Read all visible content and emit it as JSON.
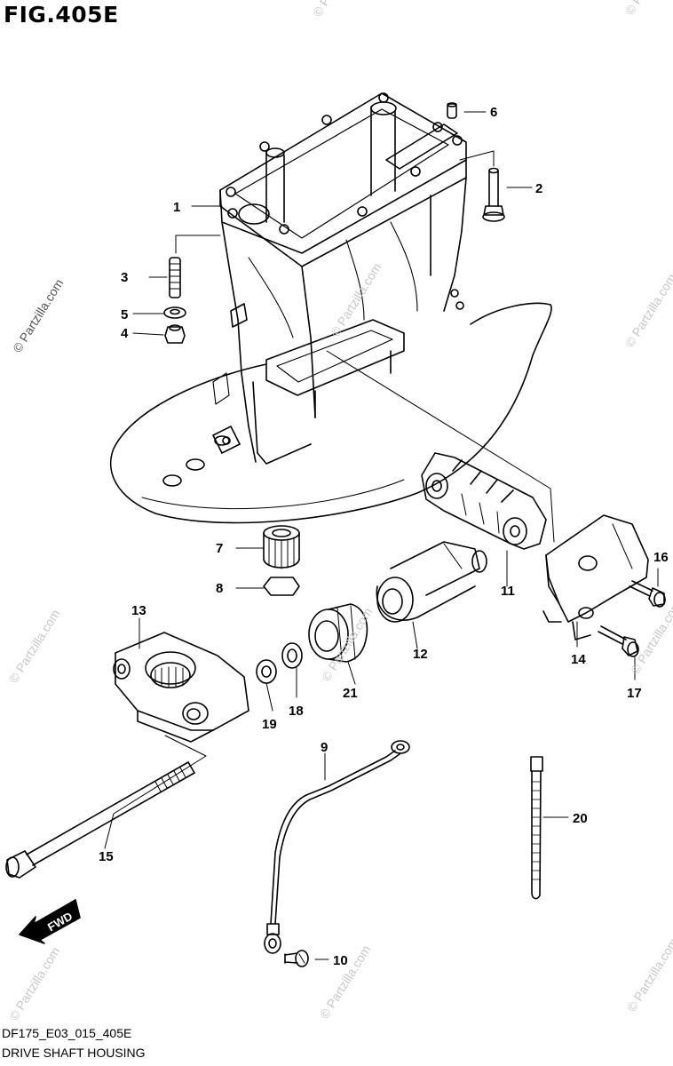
{
  "figure": {
    "title": "FIG.405E",
    "model_code": "DF175_E03_015_405E",
    "name": "DRIVE SHAFT HOUSING"
  },
  "watermark": {
    "text": "© Partzilla.com"
  },
  "direction_marker": {
    "label": "FWD"
  },
  "callouts": [
    "1",
    "2",
    "3",
    "4",
    "5",
    "6",
    "7",
    "8",
    "9",
    "10",
    "11",
    "12",
    "13",
    "14",
    "15",
    "16",
    "17",
    "18",
    "19",
    "20",
    "21"
  ]
}
